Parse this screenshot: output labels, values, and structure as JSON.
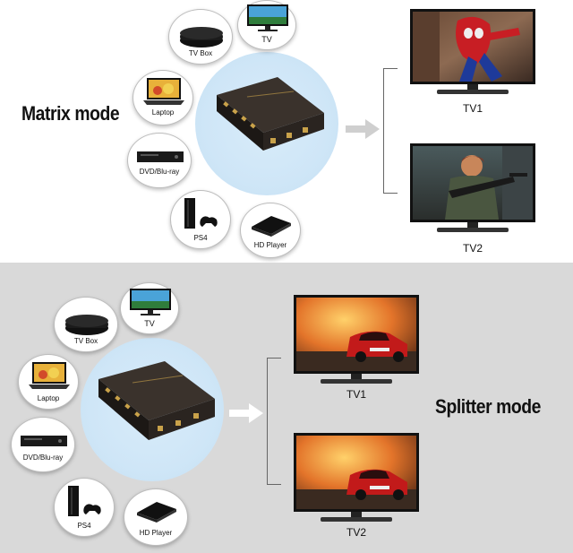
{
  "top": {
    "mode_label": "Matrix mode",
    "sources": {
      "tv_box": "TV Box",
      "tv": "TV",
      "laptop": "Laptop",
      "dvd": "DVD/Blu-ray",
      "ps4": "PS4",
      "hd_player": "HD Player"
    },
    "outputs": [
      "TV1",
      "TV2"
    ]
  },
  "bottom": {
    "mode_label": "Splitter mode",
    "sources": {
      "tv_box": "TV Box",
      "tv": "TV",
      "laptop": "Laptop",
      "dvd": "DVD/Blu-ray",
      "ps4": "PS4",
      "hd_player": "HD Player"
    },
    "outputs": [
      "TV1",
      "TV2"
    ]
  },
  "colors": {
    "bottom_background": "#d9d9d9",
    "glow": "#cfe6f7",
    "switcher_body": "#2a2420",
    "switcher_text": "#c9a24a"
  }
}
